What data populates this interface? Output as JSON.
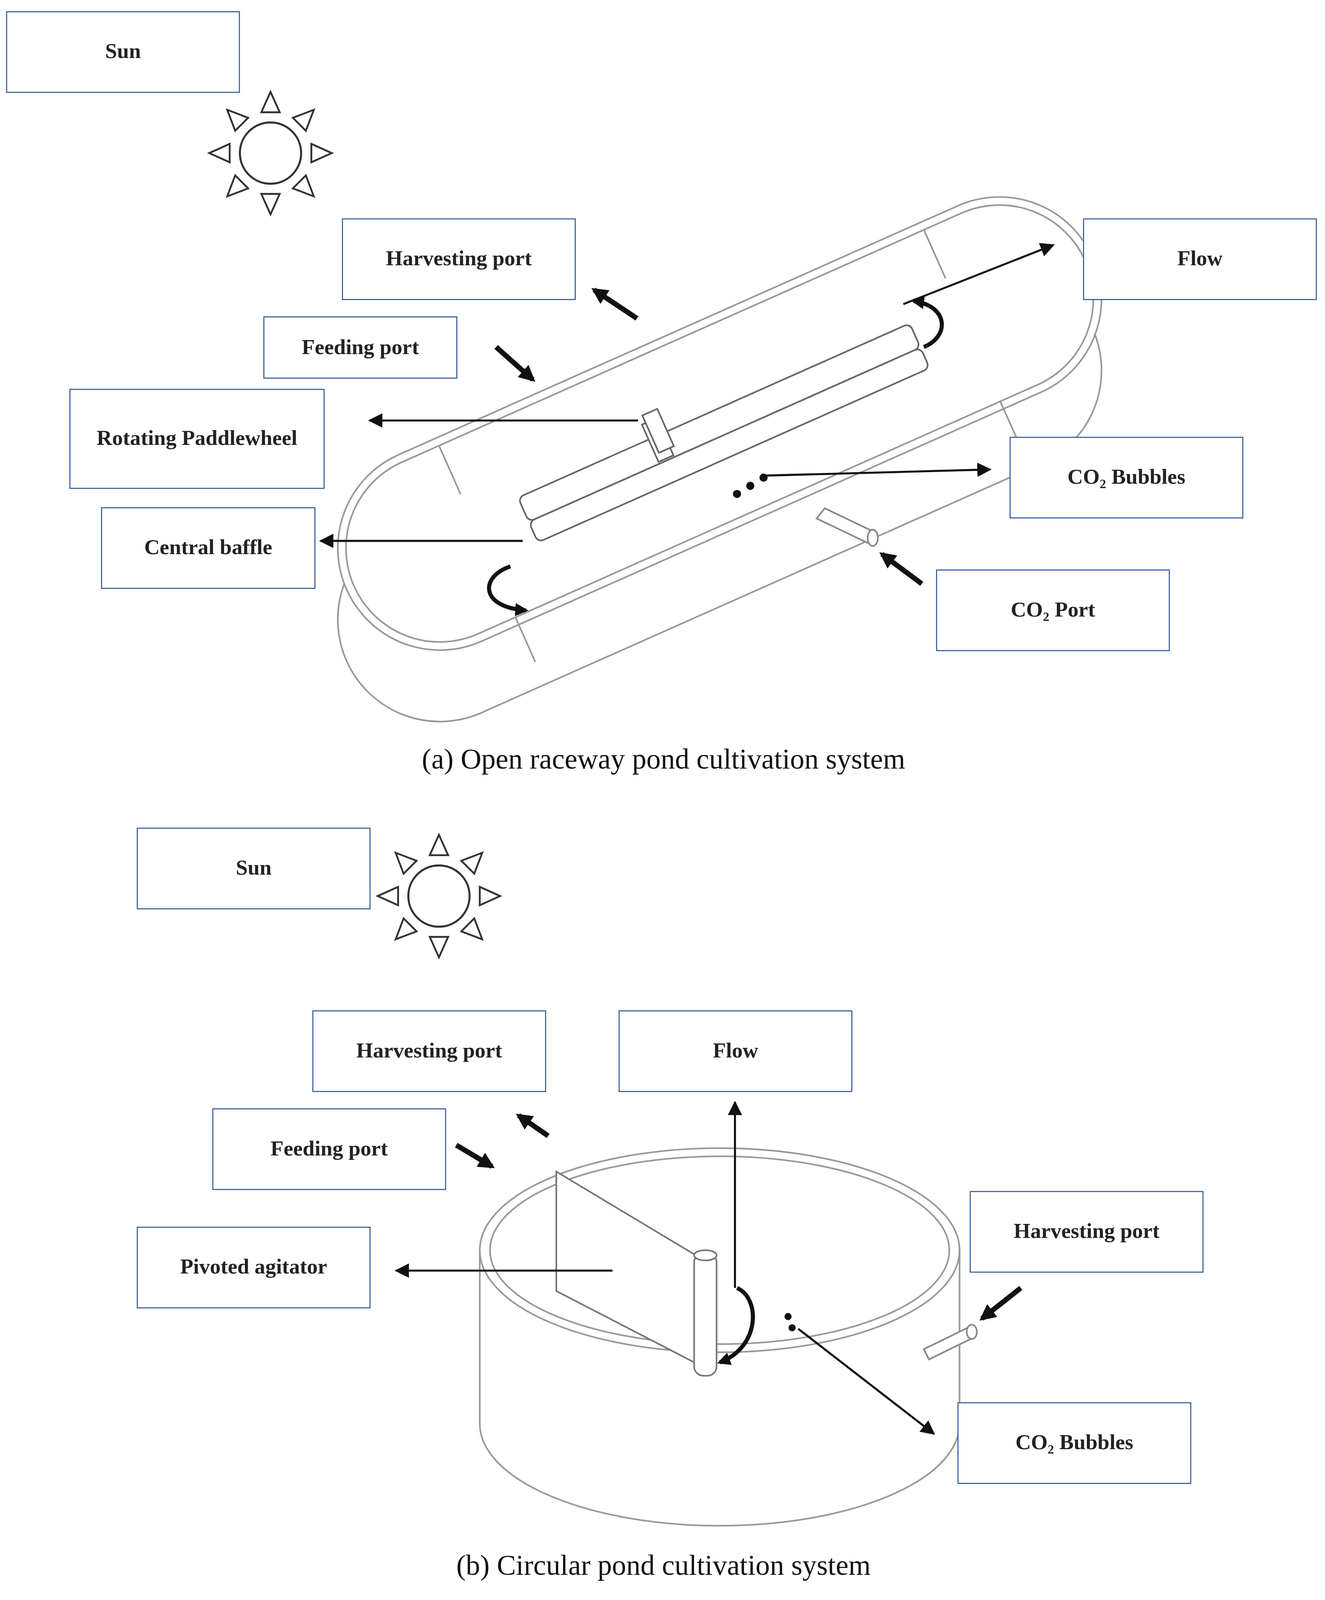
{
  "diagram": {
    "nodes": [
      {
        "text": [
          "Sun"
        ]
      },
      {
        "text": [
          "Harvesting port"
        ]
      },
      {
        "text": [
          "Flow"
        ]
      },
      {
        "text": [
          "Feeding port"
        ]
      },
      {
        "text": [
          "Rotating Paddlewheel"
        ]
      },
      {
        "text": [
          "CO₂ Bubbles"
        ]
      },
      {
        "text": [
          "Central baffle"
        ]
      },
      {
        "text": [
          "CO₂ Port"
        ]
      },
      {
        "text": [
          "Sun"
        ]
      },
      {
        "text": [
          "Harvesting port"
        ]
      },
      {
        "text": [
          "Flow"
        ]
      },
      {
        "text": [
          "Feeding port"
        ]
      },
      {
        "text": [
          "Pivoted agitator"
        ]
      },
      {
        "text": [
          "Harvesting port"
        ]
      },
      {
        "text": [
          "CO₂ Bubbles"
        ]
      }
    ],
    "labels": [
      "(a) Open raceway pond cultivation system",
      "(b) Circular pond cultivation system"
    ]
  }
}
